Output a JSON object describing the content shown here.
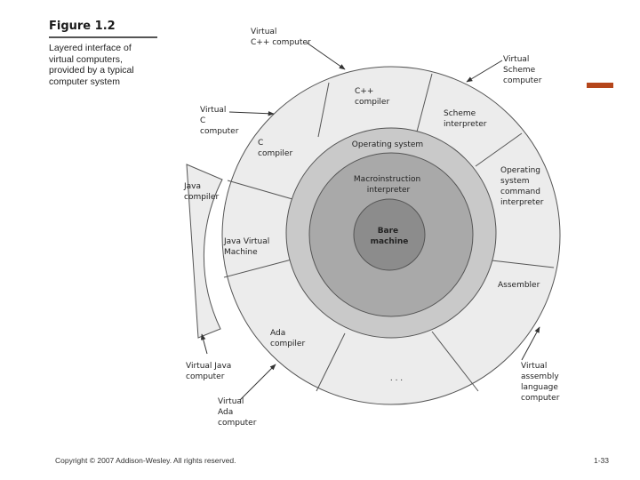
{
  "caption": {
    "title": "Figure 1.2",
    "lines": [
      "Layered interface of",
      "virtual computers,",
      "provided by a typical",
      "computer system"
    ]
  },
  "footer": {
    "copyright": "Copyright © 2007 Addison-Wesley. All rights reserved.",
    "page": "1-33"
  },
  "colors": {
    "accent": "#b5461b",
    "outer_ring": "#ececec",
    "middle_ring": "#c9c9c9",
    "inner_ring": "#a9a9a9",
    "core": "#8c8c8c"
  },
  "diagram": {
    "core": [
      "Bare",
      "machine"
    ],
    "inner_ring": [
      "Macroinstruction",
      "interpreter"
    ],
    "middle_ring": [
      "Operating system"
    ],
    "outer_segments": {
      "cpp_compiler": [
        "C++",
        "compiler"
      ],
      "scheme_interpreter": [
        "Scheme",
        "interpreter"
      ],
      "os_command_interpreter": [
        "Operating",
        "system",
        "command",
        "interpreter"
      ],
      "assembler": [
        "Assembler"
      ],
      "ellipsis": [
        ". . ."
      ],
      "ada_compiler": [
        "Ada",
        "compiler"
      ],
      "jvm": [
        "Java Virtual",
        "Machine"
      ],
      "c_compiler": [
        "C",
        "compiler"
      ],
      "java_compiler": [
        "Java",
        "compiler"
      ]
    },
    "virtual_computers": {
      "cpp": [
        "Virtual",
        "C++ computer"
      ],
      "scheme": [
        "Virtual",
        "Scheme",
        "computer"
      ],
      "c": [
        "Virtual",
        "C",
        "computer"
      ],
      "java": [
        "Virtual Java",
        "computer"
      ],
      "ada": [
        "Virtual",
        "Ada",
        "computer"
      ],
      "assembly": [
        "Virtual",
        "assembly",
        "language",
        "computer"
      ]
    }
  }
}
